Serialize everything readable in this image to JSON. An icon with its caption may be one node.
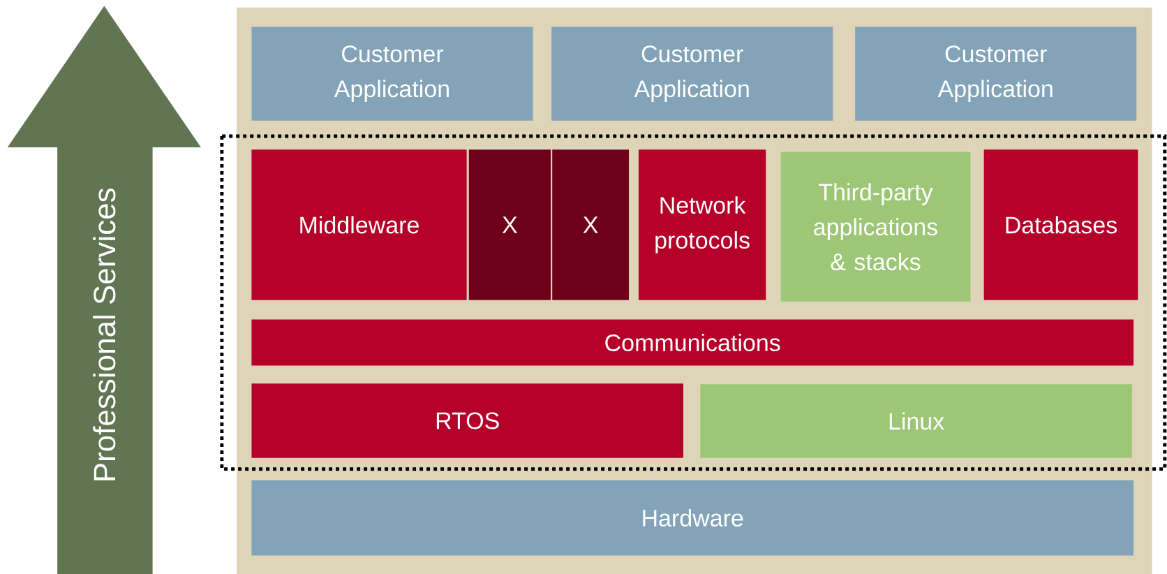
{
  "diagram": {
    "nodes": [
      {
        "text": [
          "Professional Services"
        ]
      },
      {
        "text": [
          "Customer Application"
        ]
      },
      {
        "text": [
          "Customer Application"
        ]
      },
      {
        "text": [
          "Customer Application"
        ]
      },
      {
        "text": [
          "Middleware"
        ]
      },
      {
        "text": [
          "X"
        ]
      },
      {
        "text": [
          "X"
        ]
      },
      {
        "text": [
          "Network protocols"
        ]
      },
      {
        "text": [
          "Third-party applications & stacks"
        ]
      },
      {
        "text": [
          "Databases"
        ]
      },
      {
        "text": [
          "Communications"
        ]
      },
      {
        "text": [
          "RTOS"
        ]
      },
      {
        "text": [
          "Linux"
        ]
      },
      {
        "text": [
          "Hardware"
        ]
      }
    ]
  }
}
